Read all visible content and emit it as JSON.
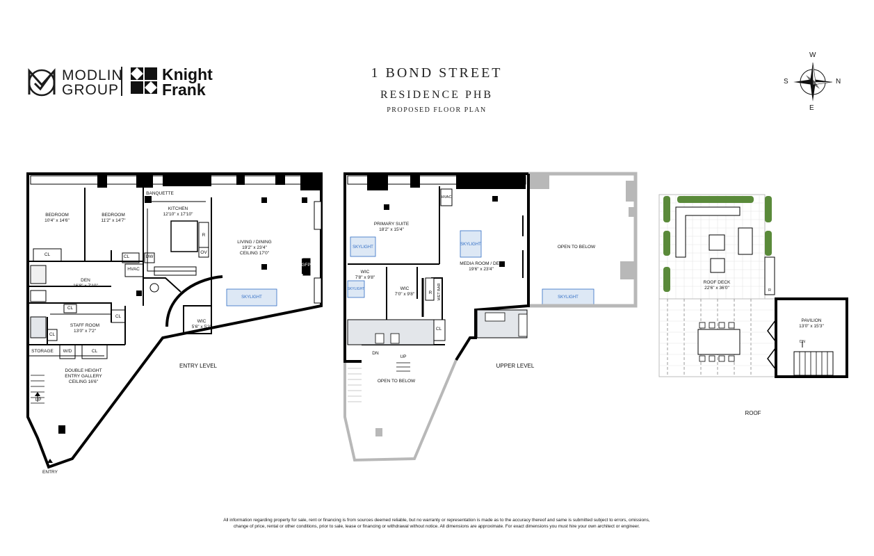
{
  "branding": {
    "modlin_line1": "MODLIN",
    "modlin_line2": "GROUP",
    "kf_line1": "Knight",
    "kf_line2": "Frank"
  },
  "header": {
    "title": "1 BOND STREET",
    "subtitle": "RESIDENCE PHB",
    "caption": "PROPOSED FLOOR PLAN"
  },
  "compass": {
    "top": "W",
    "left": "S",
    "right": "N",
    "bottom": "E"
  },
  "entry_level": {
    "level_label": "ENTRY LEVEL",
    "rooms": [
      {
        "name": "BEDROOM",
        "dim": "10'4\" x 14'6\""
      },
      {
        "name": "BEDROOM",
        "dim": "11'2\" x 14'7\""
      },
      {
        "name": "KITCHEN",
        "dim": "12'10\" x 17'10\""
      },
      {
        "name": "LIVING / DINING",
        "dim": "19'2\" x 23'4\"",
        "extra": "CEILING 17'0\""
      },
      {
        "name": "DEN",
        "dim": "16'8\" x 7'10\""
      },
      {
        "name": "STAFF ROOM",
        "dim": "13'0\" x 7'2\""
      },
      {
        "name": "WIC",
        "dim": "5'6\" x 5'2\""
      },
      {
        "name": "DOUBLE HEIGHT",
        "dim": "ENTRY GALLERY",
        "extra": "CEILING 16'6\""
      }
    ],
    "labels": {
      "banquette": "BANQUETTE",
      "hvac": "HVAC",
      "gfp": "GFP",
      "storage": "STORAGE",
      "wd": "W/D",
      "cl": "CL",
      "dw": "DW",
      "r": "R",
      "ov": "OV",
      "up": "UP",
      "entry": "ENTRY",
      "skylight": "SKYLIGHT"
    }
  },
  "upper_level": {
    "level_label": "UPPER LEVEL",
    "rooms": [
      {
        "name": "PRIMARY SUITE",
        "dim": "18'2\" x 15'4\""
      },
      {
        "name": "MEDIA ROOM / DEN",
        "dim": "19'6\" x 23'4\""
      },
      {
        "name": "WIC",
        "dim": "7'8\" x 9'8\""
      },
      {
        "name": "WIC",
        "dim": "7'0\" x 9'8\""
      }
    ],
    "labels": {
      "open_to_below_1": "OPEN TO BELOW",
      "open_to_below_2": "OPEN TO BELOW",
      "hvac": "HVAC",
      "wet_bar": "WET BAR",
      "cl": "CL",
      "r": "R",
      "dn": "DN",
      "up": "UP",
      "skylight": "SKYLIGHT"
    }
  },
  "roof": {
    "level_label": "ROOF",
    "rooms": [
      {
        "name": "ROOF DECK",
        "dim": "22'6\" x 36'0\""
      },
      {
        "name": "PAVILION",
        "dim": "13'0\" x 15'3\""
      }
    ],
    "labels": {
      "dn": "DN",
      "r": "R"
    }
  },
  "disclaimer": {
    "line1": "All information regarding property for sale, rent or financing is from sources deemed reliable, but no warranty or representation is made as to the accuracy thereof and same is submitted subject to errors, omissions,",
    "line2": "change of price, rental or other conditions, prior to sale, lease or financing or withdrawal without notice. All dimensions are approximate. For exact dimensions you must hire your own architect or engineer."
  },
  "colors": {
    "wall": "#000000",
    "open_wall": "#b8b8b8",
    "skylight": "#dde8f5",
    "skylight_text": "#2f6cc4",
    "plant": "#5a8a3a",
    "tile": "#e3e6ea"
  }
}
